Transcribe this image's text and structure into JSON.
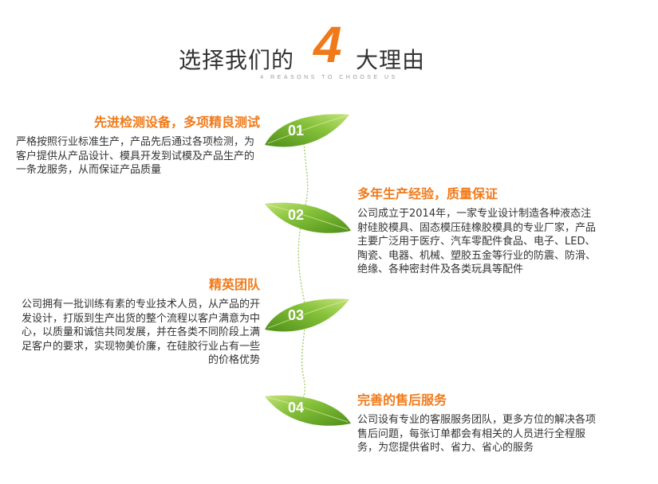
{
  "header": {
    "title_left": "选择我们的",
    "title_number": "4",
    "title_right": "大理由",
    "subtitle": "4 REASONS TO CHOOSE US"
  },
  "colors": {
    "accent": "#f07a1a",
    "leaf_dark": "#5c9a1f",
    "leaf_light": "#b8dc6a",
    "text": "#333333"
  },
  "reasons": [
    {
      "number": "01",
      "title": "先进检测设备，多项精良测试",
      "body": "严格按照行业标准生产，产品先后通过各项检测，为客户提供从产品设计、模具开发到试模及产品生产的一条龙服务，从而保证产品质量"
    },
    {
      "number": "02",
      "title": "多年生产经验，质量保证",
      "body": "公司成立于2014年，一家专业设计制造各种液态注射硅胶模具、固态模压硅橡胶模具的专业厂家，产品主要广泛用于医疗、汽车零配件食品、电子、LED、陶瓷、电器、机械、塑胶五金等行业的防震、防滑、绝缘、各种密封件及各类玩具等配件"
    },
    {
      "number": "03",
      "title": "精英团队",
      "body": "公司拥有一批训练有素的专业技术人员，从产品的开发设计，打版到生产出货的整个流程以客户满意为中心，以质量和诚信共同发展，并在各类不同阶段上满足客户的要求，实现物美价廉，在硅胶行业占有一些的价格优势"
    },
    {
      "number": "04",
      "title": "完善的售后服务",
      "body": "公司设有专业的客服服务团队，更多方位的解决各项售后问题，每张订单都会有相关的人员进行全程服务，为您提供省时、省力、省心的服务"
    }
  ]
}
